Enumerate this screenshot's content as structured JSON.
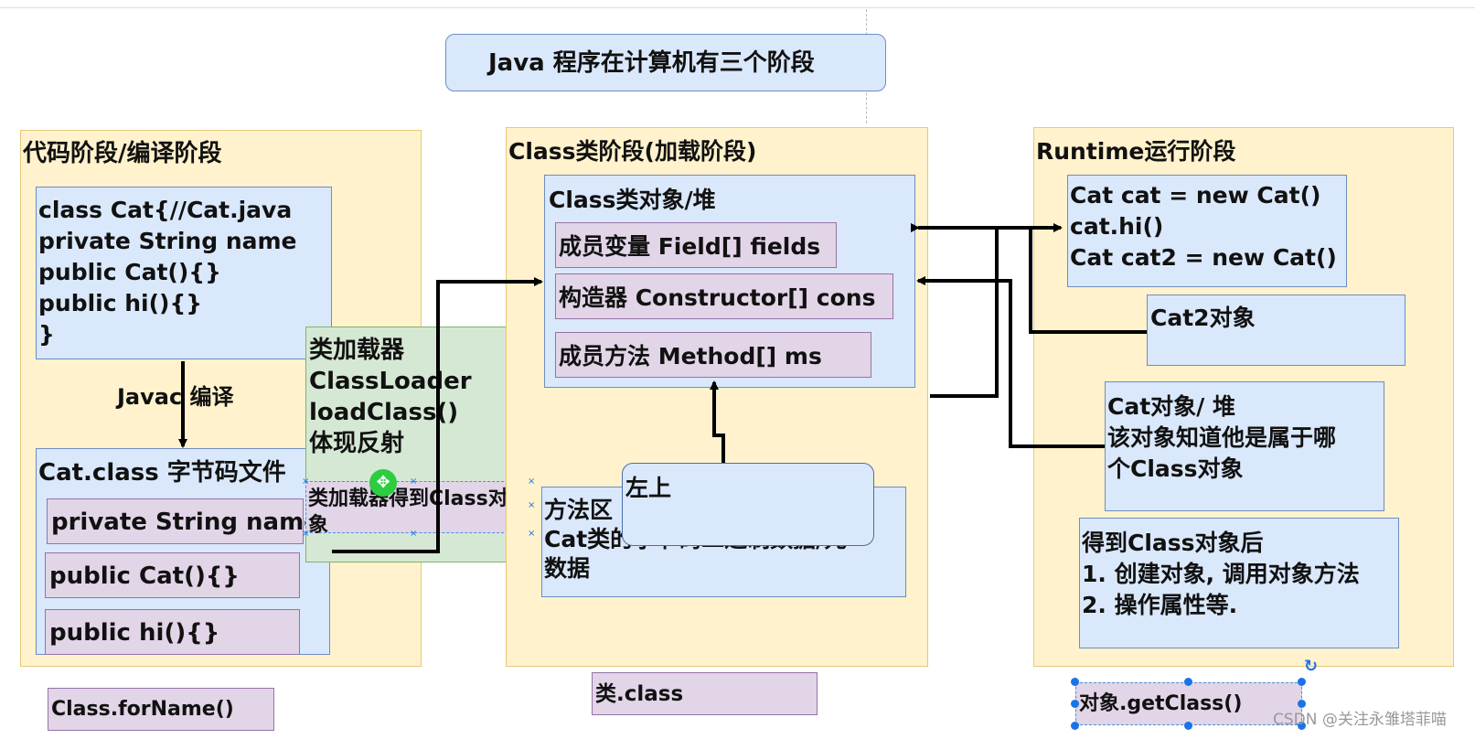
{
  "title": "Java 程序在计算机有三个阶段",
  "stage1": {
    "title": "代码阶段/编译阶段",
    "source_code": [
      "class Cat{//Cat.java",
      "private String name",
      "public Cat(){}",
      "public hi(){}",
      "}"
    ],
    "compile_label": "Javac 编译",
    "bytecode_title": "Cat.class 字节码文件",
    "bytecode_items": [
      "private String name",
      "public Cat(){}",
      "public hi(){}"
    ],
    "for_name": "Class.forName()"
  },
  "classloader": {
    "lines": [
      "类加载器",
      "ClassLoader",
      "loadClass()",
      "体现反射"
    ],
    "selected_label": "类加载器得到Class对象"
  },
  "stage2": {
    "title": "Class类阶段(加载阶段)",
    "heap_title": "Class类对象/堆",
    "members": [
      "成员变量 Field[] fields",
      "构造器 Constructor[] cons",
      "成员方法 Method[] ms"
    ],
    "method_area": [
      "方法区",
      "Cat类的字节码二进制数据/元",
      "数据"
    ],
    "popup": "左上",
    "dot_class": "类.class"
  },
  "stage3": {
    "title": "Runtime运行阶段",
    "code_lines": [
      "Cat cat = new Cat()",
      "cat.hi()",
      "Cat cat2 = new Cat()"
    ],
    "cat2": "Cat2对象",
    "cat_obj": [
      "Cat对象/ 堆",
      "该对象知道他是属于哪",
      "个Class对象"
    ],
    "after": [
      "得到Class对象后",
      "1. 创建对象, 调用对象方法",
      "2. 操作属性等."
    ],
    "get_class": "对象.getClass()"
  },
  "watermark": "CSDN @关注永雏塔菲喵"
}
